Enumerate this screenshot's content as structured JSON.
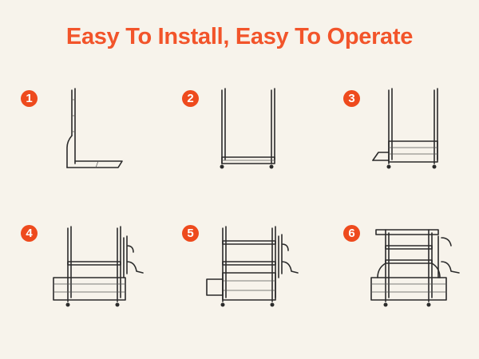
{
  "title": "Easy To Install, Easy To Operate",
  "steps": [
    {
      "number": "1"
    },
    {
      "number": "2"
    },
    {
      "number": "3"
    },
    {
      "number": "4"
    },
    {
      "number": "5"
    },
    {
      "number": "6"
    }
  ],
  "colors": {
    "accent": "#ee4a1d",
    "background": "#f7f3eb",
    "line": "#2b2b2b"
  }
}
